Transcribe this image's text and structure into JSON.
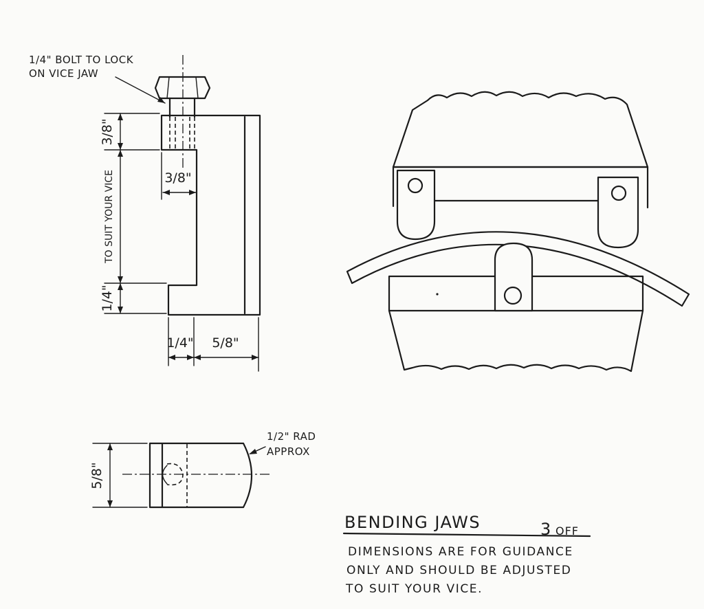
{
  "callouts": {
    "bolt_line1": "1/4\" BOLT TO LOCK",
    "bolt_line2": "ON VICE JAW",
    "rad_line1": "1/2\" RAD",
    "rad_line2": "APPROX"
  },
  "dimensions": {
    "top_step_height": "3/8\"",
    "step_width": "3/8\"",
    "suit_vice": "TO SUIT YOUR VICE",
    "bottom_lip_height": "1/4\"",
    "lip_width": "1/4\"",
    "body_width": "5/8\"",
    "plan_width": "5/8\""
  },
  "title": {
    "main": "BENDING JAWS",
    "qty": "3",
    "qty_unit": "OFF"
  },
  "note": {
    "line1": "DIMENSIONS ARE FOR GUIDANCE",
    "line2": "ONLY AND SHOULD BE ADJUSTED",
    "line3": "TO SUIT YOUR VICE."
  }
}
